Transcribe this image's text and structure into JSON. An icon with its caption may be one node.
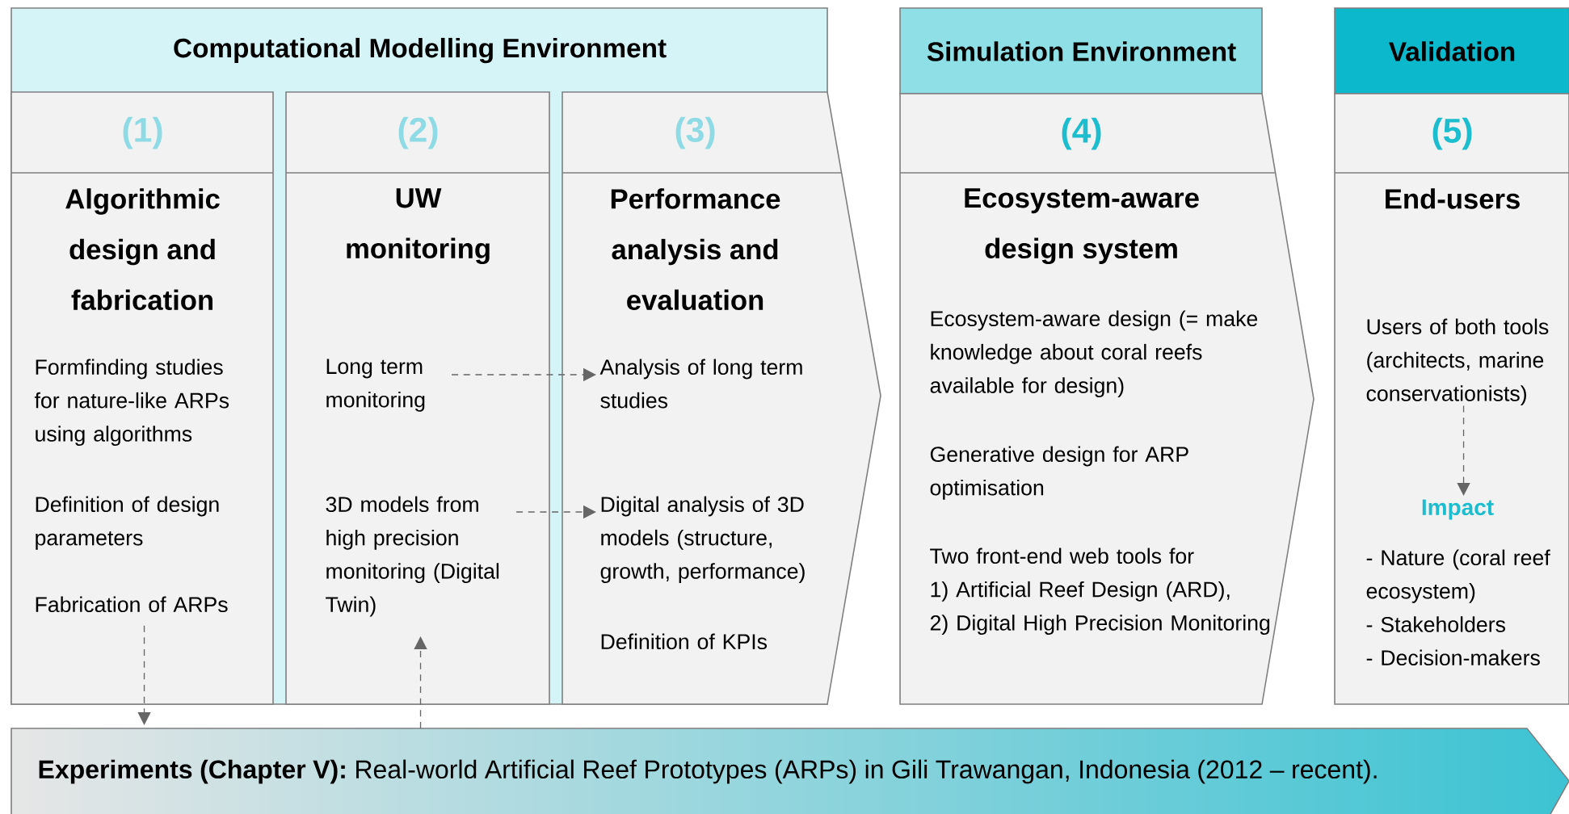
{
  "diagram": {
    "nodes": [
      {
        "text": [
          "Computational Modelling Environment"
        ]
      },
      {
        "text": [
          "(1)",
          "Algorithmic design and fabrication"
        ],
        "in": 0
      },
      {
        "text": [
          "Formfinding studies for nature-like ARPs using algorithms"
        ],
        "in": 1
      },
      {
        "text": [
          "Definition of design parameters"
        ],
        "in": 1
      },
      {
        "text": [
          "Fabrication of ARPs"
        ],
        "in": 1
      },
      {
        "text": [
          "(2)",
          "UW monitoring"
        ],
        "in": 0
      },
      {
        "text": [
          "Long term monitoring"
        ],
        "in": 5
      },
      {
        "text": [
          "3D models from high precision monitoring (Digital Twin)"
        ],
        "in": 5
      },
      {
        "text": [
          "(3)",
          "Performance analysis and evaluation"
        ],
        "in": 0
      },
      {
        "text": [
          "Analysis of long term studies"
        ],
        "in": 8
      },
      {
        "text": [
          "Digital analysis of 3D models (structure, growth, performance)"
        ],
        "in": 8
      },
      {
        "text": [
          "Definition of KPIs"
        ],
        "in": 8
      },
      {
        "text": [
          "Simulation Environment"
        ]
      },
      {
        "text": [
          "(4)",
          "Ecosystem-aware design system"
        ]
      },
      {
        "text": [
          "Ecosystem-aware design (= make knowledge about coral reefs available for design)"
        ],
        "in": 13
      },
      {
        "text": [
          "Generative design for ARP optimisation"
        ],
        "in": 13
      },
      {
        "text": [
          "Two front-end web tools for",
          "1) Artificial Reef Design (ARD),",
          "2) Digital High Precision Monitoring"
        ],
        "in": 13
      },
      {
        "text": [
          "Validation"
        ]
      },
      {
        "text": [
          "(5)",
          "End-users"
        ]
      },
      {
        "text": [
          "Users of both tools (architects, marine conservationists)"
        ],
        "in": 18
      },
      {
        "text": [
          "Impact"
        ],
        "in": 18
      },
      {
        "text": [
          "- Nature (coral reef ecosystem)",
          "- Stakeholders",
          "- Decision-makers"
        ],
        "in": 18
      },
      {
        "text": [
          "**Experiments (Chapter V):** Real-world Artificial Reef Prototypes (ARPs) in Gili Trawangan, Indonesia (2012 – recent)."
        ]
      }
    ],
    "edges": [
      {
        "from": 6,
        "to": 9,
        "arrow": "to",
        "style": "dashed"
      },
      {
        "from": 7,
        "to": 10,
        "arrow": "to",
        "style": "dashed"
      },
      {
        "from": 4,
        "to": 22,
        "arrow": "to",
        "style": "dashed"
      },
      {
        "from": 22,
        "to": 7,
        "arrow": "to",
        "style": "dashed"
      },
      {
        "from": 19,
        "to": 20,
        "arrow": "to",
        "style": "dashed"
      }
    ]
  }
}
